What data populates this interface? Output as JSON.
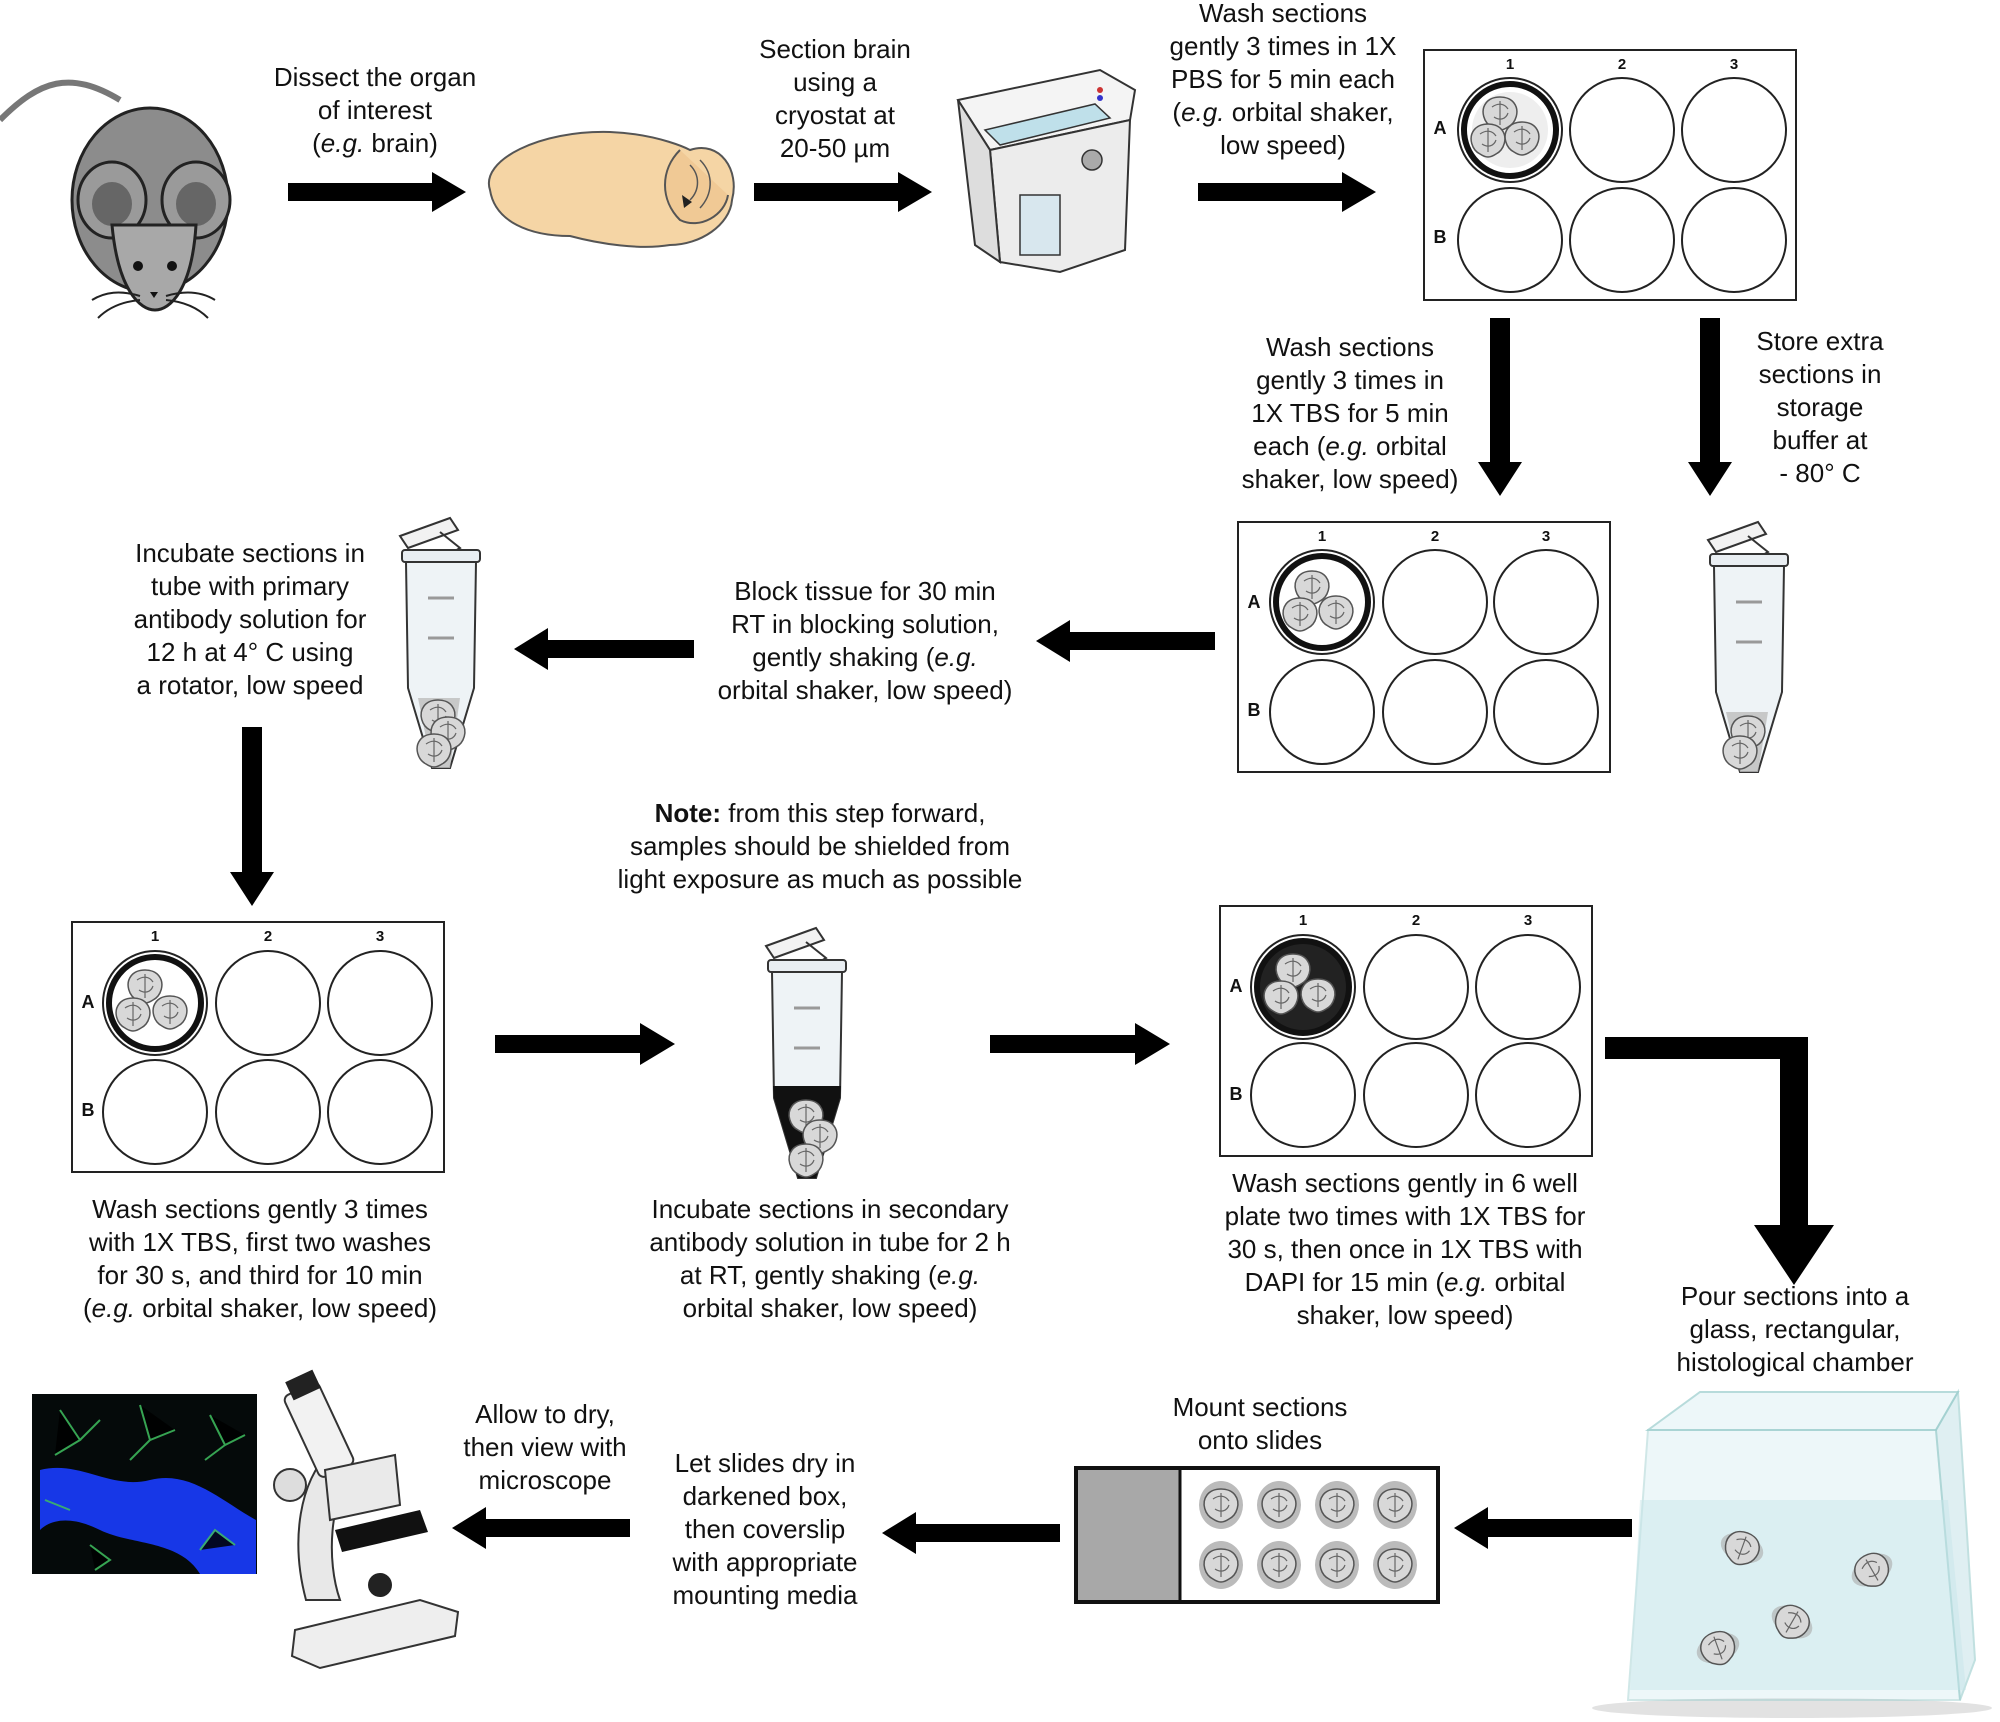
{
  "steps": {
    "dissect": {
      "l1": "Dissect the organ",
      "l2": "of interest",
      "l3_a": "(",
      "l3_i": "e.g.",
      "l3_b": " brain)"
    },
    "section": {
      "l1": "Section brain",
      "l2": "using a",
      "l3": "cryostat at",
      "l4": "20-50 µm"
    },
    "wash_pbs": {
      "l1": "Wash sections",
      "l2": "gently 3 times in 1X",
      "l3": "PBS for 5 min each",
      "l4_a": "(",
      "l4_i": "e.g.",
      "l4_b": " orbital shaker,",
      "l5": "low speed)"
    },
    "wash_tbs": {
      "l1": "Wash sections",
      "l2": "gently 3 times in",
      "l3": "1X TBS for 5 min",
      "l4_a": "each (",
      "l4_i": "e.g.",
      "l4_b": " orbital",
      "l5": "shaker, low speed)"
    },
    "store": {
      "l1": "Store extra",
      "l2": "sections in",
      "l3": "storage",
      "l4": "buffer at",
      "l5": "- 80° C"
    },
    "block": {
      "l1": "Block tissue for 30 min",
      "l2": "RT in blocking solution,",
      "l3_a": "gently shaking (",
      "l3_i": "e.g.",
      "l4": "orbital shaker, low speed)"
    },
    "primary": {
      "l1": "Incubate sections in",
      "l2": "tube with primary",
      "l3": "antibody solution for",
      "l4": "12 h at 4° C using",
      "l5": "a rotator, low speed"
    },
    "note": {
      "bold": "Note:",
      "l1": " from this step forward,",
      "l2": "samples should be shielded from",
      "l3": "light exposure as much as possible"
    },
    "wash3": {
      "l1": "Wash sections gently 3 times",
      "l2": "with 1X TBS, first two washes",
      "l3": "for 30 s, and third for 10 min",
      "l4_a": "(",
      "l4_i": "e.g.",
      "l4_b": " orbital shaker, low speed)"
    },
    "secondary": {
      "l1": "Incubate sections in secondary",
      "l2": "antibody solution in tube for 2 h",
      "l3_a": "at RT, gently shaking (",
      "l3_i": "e.g.",
      "l4": "orbital shaker, low speed)"
    },
    "dapi": {
      "l1": "Wash sections gently in 6 well",
      "l2": "plate two times with 1X TBS for",
      "l3": "30 s, then once in 1X TBS with",
      "l4_a": "DAPI for 15 min (",
      "l4_i": "e.g.",
      "l4_b": " orbital",
      "l5": "shaker, low speed)"
    },
    "pour": {
      "l1": "Pour sections into a",
      "l2": "glass, rectangular,",
      "l3": "histological chamber"
    },
    "mount": {
      "l1": "Mount sections",
      "l2": "onto slides"
    },
    "dry": {
      "l1": "Let slides dry in",
      "l2": "darkened box,",
      "l3": "then coverslip",
      "l4": "with appropriate",
      "l5": "mounting media"
    },
    "view": {
      "l1": "Allow to dry,",
      "l2": "then view with",
      "l3": "microscope"
    }
  },
  "plate": {
    "col1": "1",
    "col2": "2",
    "col3": "3",
    "rowA": "A",
    "rowB": "B"
  },
  "colors": {
    "arrow": "#000000",
    "brain": "#f5d5a5",
    "mouse": "#8c8c8c",
    "dapi_blue": "#1a3cff",
    "gfap_green": "#3fbf5f"
  }
}
